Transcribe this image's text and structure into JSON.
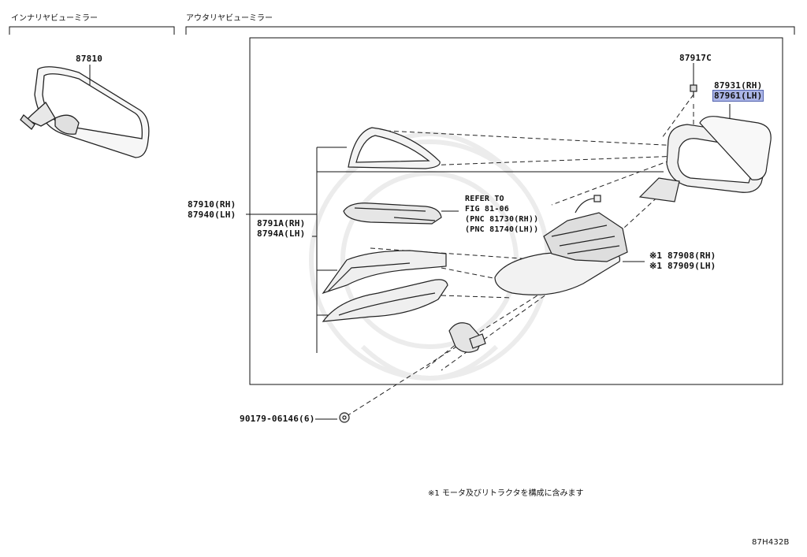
{
  "sections": {
    "inner": "インナリヤビューミラー",
    "outer": "アウタリヤビューミラー"
  },
  "parts": {
    "p87810": "87810",
    "p87917c": "87917C",
    "p87931": "87931(RH)",
    "p87961": "87961(LH)",
    "p87910": "87910(RH)",
    "p87940": "87940(LH)",
    "p8791a": "8791A(RH)",
    "p8794a": "8794A(LH)",
    "p87908": "※1 87908(RH)",
    "p87909": "※1 87909(LH)",
    "p90179": "90179-06146(6)"
  },
  "refer": {
    "line1": "REFER TO",
    "line2": "FIG 81-06",
    "line3": "(PNC 81730(RH))",
    "line4": "(PNC 81740(LH))"
  },
  "footnote": "※1 モータ及びリトラクタを構成に含みます",
  "diagram_code": "87H432B"
}
